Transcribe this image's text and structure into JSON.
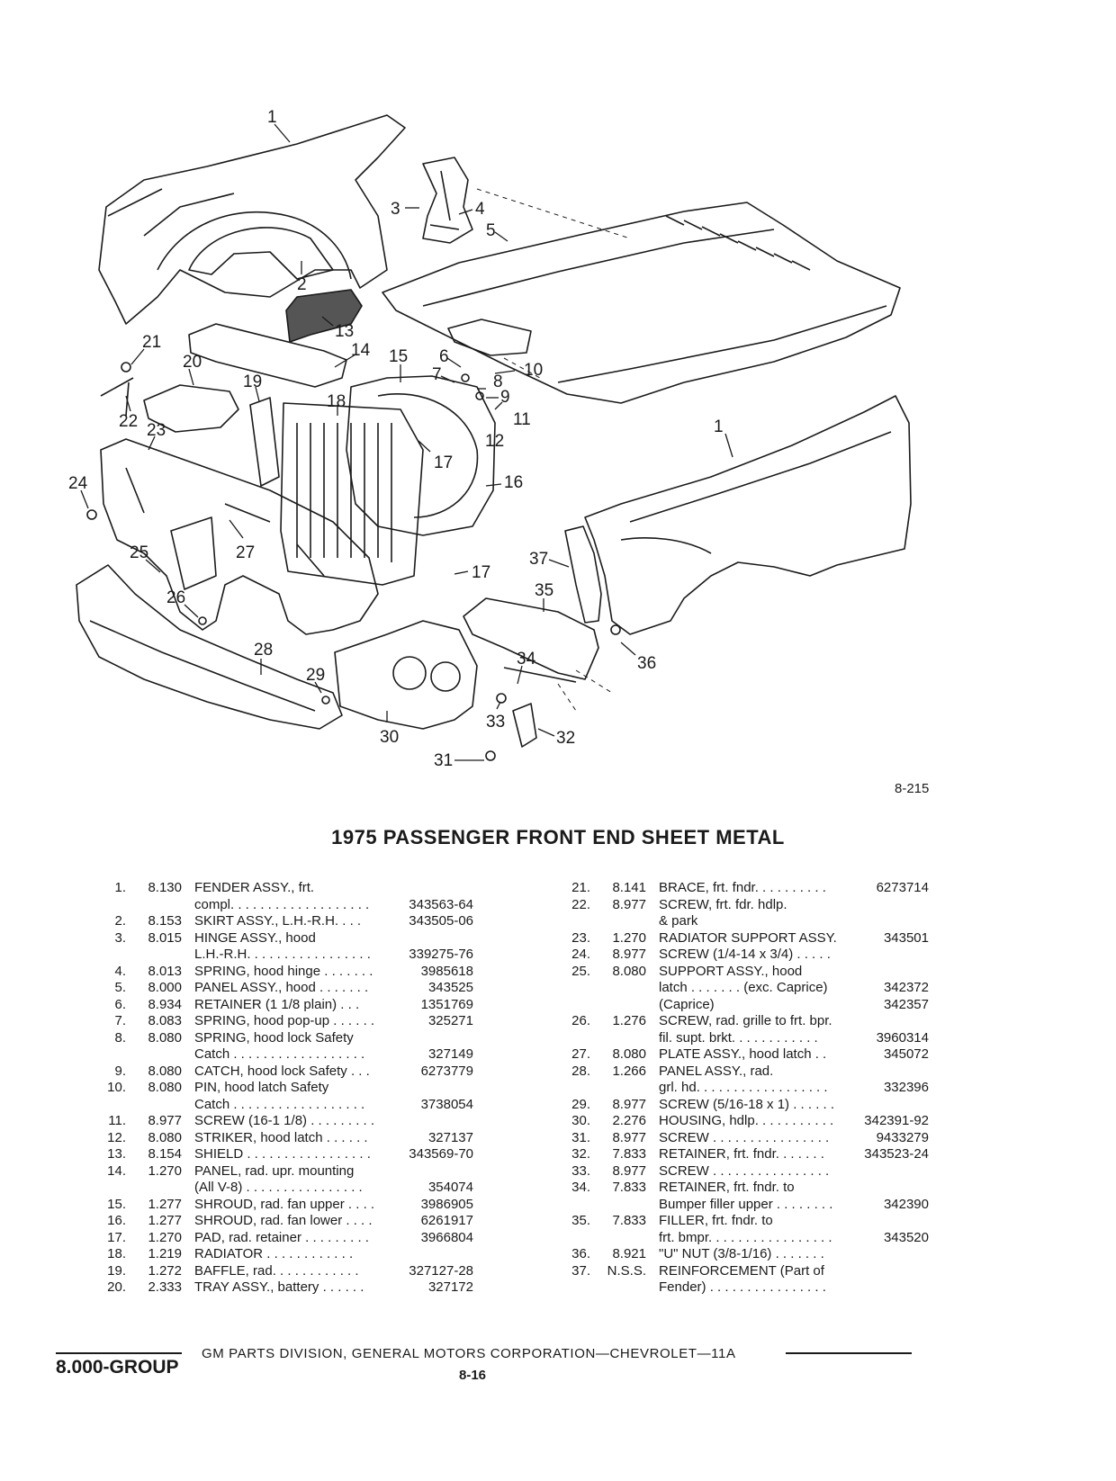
{
  "figure_number": "8-215",
  "title": "1975 PASSENGER FRONT END SHEET METAL",
  "callouts": [
    "1",
    "2",
    "3",
    "4",
    "5",
    "6",
    "7",
    "8",
    "9",
    "10",
    "11",
    "12",
    "13",
    "14",
    "15",
    "16",
    "17",
    "17",
    "18",
    "19",
    "20",
    "21",
    "22",
    "23",
    "24",
    "25",
    "26",
    "27",
    "28",
    "29",
    "30",
    "31",
    "32",
    "33",
    "34",
    "35",
    "36",
    "37",
    "1"
  ],
  "parts_left": [
    {
      "no": "1.",
      "group": "8.130",
      "desc": "FENDER ASSY., frt.\ncompl. . . . . . . . . . . . . . . . . . .",
      "part": "\n343563-64"
    },
    {
      "no": "2.",
      "group": "8.153",
      "desc": "SKIRT ASSY., L.H.-R.H. . . .",
      "part": "343505-06"
    },
    {
      "no": "3.",
      "group": "8.015",
      "desc": "HINGE ASSY., hood\nL.H.-R.H. . . . . . . . . . . . . . . . .",
      "part": "\n339275-76"
    },
    {
      "no": "4.",
      "group": "8.013",
      "desc": "SPRING, hood hinge . . . . . . .",
      "part": "3985618"
    },
    {
      "no": "5.",
      "group": "8.000",
      "desc": "PANEL ASSY., hood . . . . . . .",
      "part": "343525"
    },
    {
      "no": "6.",
      "group": "8.934",
      "desc": "RETAINER (1 1/8 plain) . . .",
      "part": "1351769"
    },
    {
      "no": "7.",
      "group": "8.083",
      "desc": "SPRING, hood pop-up . . . . . .",
      "part": "325271"
    },
    {
      "no": "8.",
      "group": "8.080",
      "desc": "SPRING, hood lock Safety\nCatch . . . . . . . . . . . . . . . . . .",
      "part": "\n327149"
    },
    {
      "no": "9.",
      "group": "8.080",
      "desc": "CATCH, hood lock Safety . . .",
      "part": "6273779"
    },
    {
      "no": "10.",
      "group": "8.080",
      "desc": "PIN, hood latch Safety\nCatch . . . . . . . . . . . . . . . . . .",
      "part": "\n3738054"
    },
    {
      "no": "11.",
      "group": "8.977",
      "desc": "SCREW (16-1 1/8) . . . . . . . . .",
      "part": ""
    },
    {
      "no": "12.",
      "group": "8.080",
      "desc": "STRIKER, hood latch . . . . . .",
      "part": "327137"
    },
    {
      "no": "13.",
      "group": "8.154",
      "desc": "SHIELD . . . . . . . . . . . . . . . . .",
      "part": "343569-70"
    },
    {
      "no": "14.",
      "group": "1.270",
      "desc": "PANEL, rad. upr. mounting\n(All V-8) . . . . . . . . . . . . . . . .",
      "part": "\n354074"
    },
    {
      "no": "15.",
      "group": "1.277",
      "desc": "SHROUD, rad. fan upper . . . .",
      "part": "3986905"
    },
    {
      "no": "16.",
      "group": "1.277",
      "desc": "SHROUD, rad. fan lower . . . .",
      "part": "6261917"
    },
    {
      "no": "17.",
      "group": "1.270",
      "desc": "PAD, rad. retainer . . . . . . . . .",
      "part": "3966804"
    },
    {
      "no": "18.",
      "group": "1.219",
      "desc": "RADIATOR . . . . . . . . . . . .",
      "part": ""
    },
    {
      "no": "19.",
      "group": "1.272",
      "desc": "BAFFLE, rad. . . . . . . . . . . .",
      "part": "327127-28"
    },
    {
      "no": "20.",
      "group": "2.333",
      "desc": "TRAY ASSY., battery . . . . . .",
      "part": "327172"
    }
  ],
  "parts_right": [
    {
      "no": "21.",
      "group": "8.141",
      "desc": "BRACE, frt. fndr. . . . . . . . . .",
      "part": "6273714"
    },
    {
      "no": "22.",
      "group": "8.977",
      "desc": "SCREW, frt. fdr. hdlp.\n& park",
      "part": ""
    },
    {
      "no": "23.",
      "group": "1.270",
      "desc": "RADIATOR SUPPORT ASSY.",
      "part": "343501"
    },
    {
      "no": "24.",
      "group": "8.977",
      "desc": "SCREW (1/4-14 x 3/4) . . . . .",
      "part": ""
    },
    {
      "no": "25.",
      "group": "8.080",
      "desc": "SUPPORT ASSY., hood\nlatch . . . . . . . (exc. Caprice)\n(Caprice)",
      "part": "\n342372\n342357"
    },
    {
      "no": "26.",
      "group": "1.276",
      "desc": "SCREW, rad. grille to frt. bpr.\nfil. supt. brkt. . . . . . . . . . . .",
      "part": "\n3960314"
    },
    {
      "no": "27.",
      "group": "8.080",
      "desc": "PLATE ASSY., hood latch . .",
      "part": "345072"
    },
    {
      "no": "28.",
      "group": "1.266",
      "desc": "PANEL ASSY., rad.\ngrl. hd. . . . . . . . . . . . . . . . . .",
      "part": "\n332396"
    },
    {
      "no": "29.",
      "group": "8.977",
      "desc": "SCREW (5/16-18 x 1) . . . . . .",
      "part": ""
    },
    {
      "no": "30.",
      "group": "2.276",
      "desc": "HOUSING, hdlp. . . . . . . . . . .",
      "part": "342391-92"
    },
    {
      "no": "31.",
      "group": "8.977",
      "desc": "SCREW . . . . . . . . . . . . . . . .",
      "part": "9433279"
    },
    {
      "no": "32.",
      "group": "7.833",
      "desc": "RETAINER, frt. fndr. . . . . . .",
      "part": "343523-24"
    },
    {
      "no": "33.",
      "group": "8.977",
      "desc": "SCREW . . . . . . . . . . . . . . . .",
      "part": ""
    },
    {
      "no": "34.",
      "group": "7.833",
      "desc": "RETAINER, frt. fndr. to\nBumper filler upper . . . . . . . .",
      "part": "\n342390"
    },
    {
      "no": "35.",
      "group": "7.833",
      "desc": "FILLER, frt. fndr. to\nfrt. bmpr. . . . . . . . . . . . . . . . .",
      "part": "\n343520"
    },
    {
      "no": "36.",
      "group": "8.921",
      "desc": "\"U\" NUT (3/8-1/16) . . . . . . .",
      "part": ""
    },
    {
      "no": "37.",
      "group": "N.S.S.",
      "desc": "REINFORCEMENT (Part of\nFender) . . . . . . . . . . . . . . . .",
      "part": ""
    }
  ],
  "footer": {
    "group": "8.000-GROUP",
    "division": "GM PARTS DIVISION, GENERAL MOTORS CORPORATION—CHEVROLET—11A",
    "page": "8-16"
  }
}
